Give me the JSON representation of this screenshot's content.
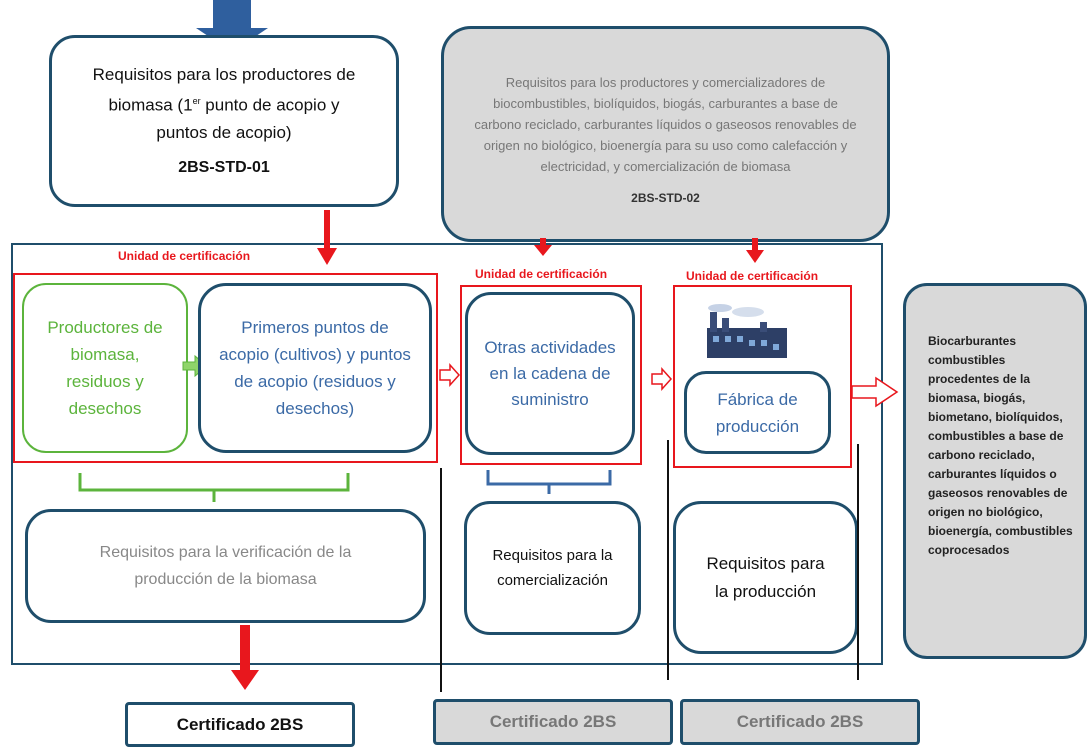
{
  "top_left_box": {
    "line1": "Requisitos para los productores de",
    "line2": "biomasa (1",
    "superscript": "er",
    "line2b": " punto de acopio y",
    "line3": "puntos de acopio)",
    "code": "2BS-STD-01"
  },
  "top_right_box": {
    "text": "Requisitos para los productores y comercializadores de biocombustibles, biolíquidos, biogás, carburantes a base de carbono reciclado, carburantes líquidos o gaseosos renovables de origen no biológico, bioenergía para su uso como calefacción y electricidad, y comercialización de biomasa",
    "code": "2BS-STD-02"
  },
  "unit_labels": {
    "first": "Unidad de certificación",
    "second": "Unidad de certificación",
    "third": "Unidad de certificación"
  },
  "producers_box": "Productores de biomasa, residuos y desechos",
  "first_points_box": "Primeros puntos de acopio (cultivos) y puntos de acopio (residuos y desechos)",
  "other_activities_box": "Otras actividades en la cadena de suministro",
  "factory_box": "Fábrica de producción",
  "verification_box": "Requisitos para la verificación de la producción de la biomasa",
  "commercialization_box": "Requisitos para la comercialización",
  "production_box": "Requisitos para la producción",
  "output_box": "Biocarburantes combustibles procedentes de la biomasa, biogás, biometano, biolíquidos, combustibles a base de carbono reciclado, carburantes líquidos o gaseosos renovables de origen no biológico, bioenergía, combustibles coprocesados",
  "certificates": [
    "Certificado 2BS",
    "Certificado 2BS",
    "Certificado 2BS"
  ],
  "colors": {
    "navy": "#1f4e6b",
    "red": "#e8171d",
    "green": "#5cb43c",
    "blue_text": "#3b6aa6",
    "gray_fill": "#d9d9d9",
    "top_arrow": "#2f5f9e"
  }
}
